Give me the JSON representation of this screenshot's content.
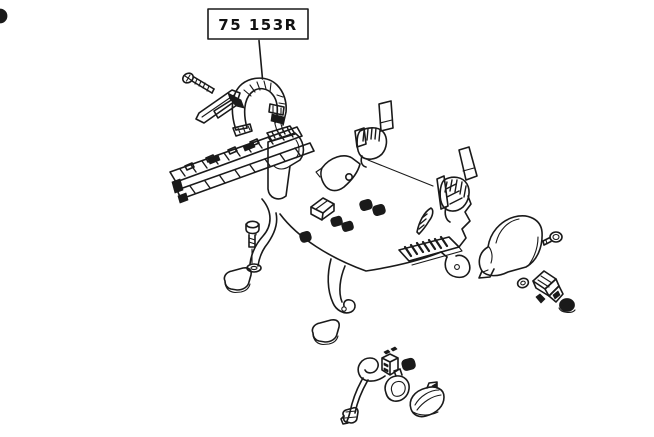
{
  "window": {
    "background": "#ffffff"
  },
  "diagram": {
    "part_label": "75 153R",
    "highlight_color": "#cc2128",
    "line_color": "#1a1a1a",
    "parts": [
      "seat-slide-adjuster-assembly",
      "adjuster-screw",
      "adjuster-lever",
      "recliner-arm",
      "slide-rails",
      "pocket-bracket",
      "seat-frame",
      "hinge-bracket-left",
      "hinge-bracket-right",
      "frame-clips",
      "mounting-bolt",
      "floor-pad-front",
      "floor-pad-rear",
      "side-cover",
      "cover-screw",
      "washer",
      "seatbelt-buckle",
      "nut",
      "wiring-harness",
      "harness-switch",
      "harness-connector",
      "harness-cover"
    ]
  }
}
